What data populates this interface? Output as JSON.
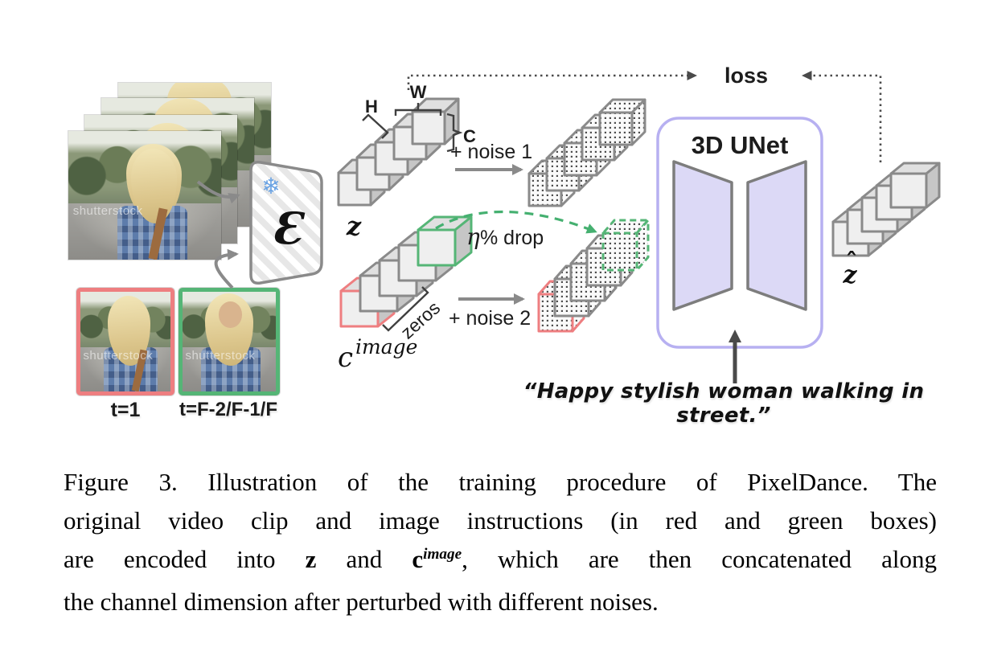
{
  "figure": {
    "labels": {
      "loss": "loss",
      "dim_h": "H",
      "dim_w": "W",
      "dim_c": "C",
      "z": "z",
      "noise1": "+ noise 1",
      "noise2": "+ noise 2",
      "eta": "η",
      "drop": "% drop",
      "zeros": "zeros",
      "c_base": "c",
      "c_sup": "image",
      "encoder": "Ɛ",
      "snowflake": "❄",
      "unet": "3D UNet",
      "zhat": "z",
      "zhat_hat": "ˆ",
      "prompt": "“Happy stylish woman walking in street.”",
      "t_first": "t=1",
      "t_last": "t=F-2/F-1/F",
      "watermark": "shutterstock"
    },
    "colors": {
      "red_frame": "#ee7e80",
      "green_frame": "#55b576",
      "green_dash": "#45b070",
      "lavender_border": "#b7b0f1",
      "lavender_fill": "#dcd9f6",
      "gray": "#8a8a8a",
      "dark": "#4a4a4a",
      "snow_blue": "#6ba3e3",
      "cube_front": "#efefef",
      "cube_top": "#e0e0e0",
      "cube_side": "#c6c6c6",
      "cube_outline": "#8a8a8a"
    }
  },
  "caption": {
    "lines": [
      [
        {
          "text": "Figure 3. Illustration of the training procedure of PixelDance. The"
        }
      ],
      [
        {
          "text": "original video clip and image instructions (in red and green boxes)"
        }
      ],
      [
        {
          "text": "are encoded into "
        },
        {
          "text": "z",
          "bold": true
        },
        {
          "text": " and "
        },
        {
          "text": "c",
          "bold": true
        },
        {
          "text": "image",
          "bold": true,
          "italic": true,
          "sup": true
        },
        {
          "text": ", which are then concatenated along"
        }
      ],
      [
        {
          "text": "the channel dimension after perturbed with different noises."
        }
      ]
    ]
  }
}
